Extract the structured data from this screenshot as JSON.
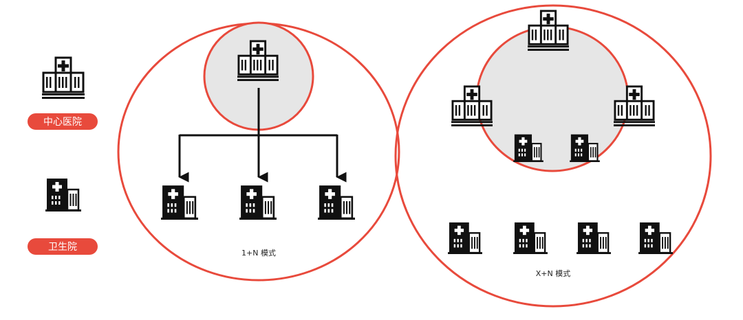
{
  "legend": {
    "central_hospital_label": "中心医院",
    "clinic_label": "卫生院"
  },
  "models": {
    "one_plus_n": {
      "label": "1+N 模式"
    },
    "x_plus_n": {
      "label": "X+N 模式"
    }
  },
  "colors": {
    "accent_red": "#e84a3c",
    "core_fill": "#e6e6e6",
    "icon_black": "#111111"
  },
  "icons": {
    "central_hospital": "hospital-building-icon",
    "clinic": "clinic-building-icon"
  }
}
